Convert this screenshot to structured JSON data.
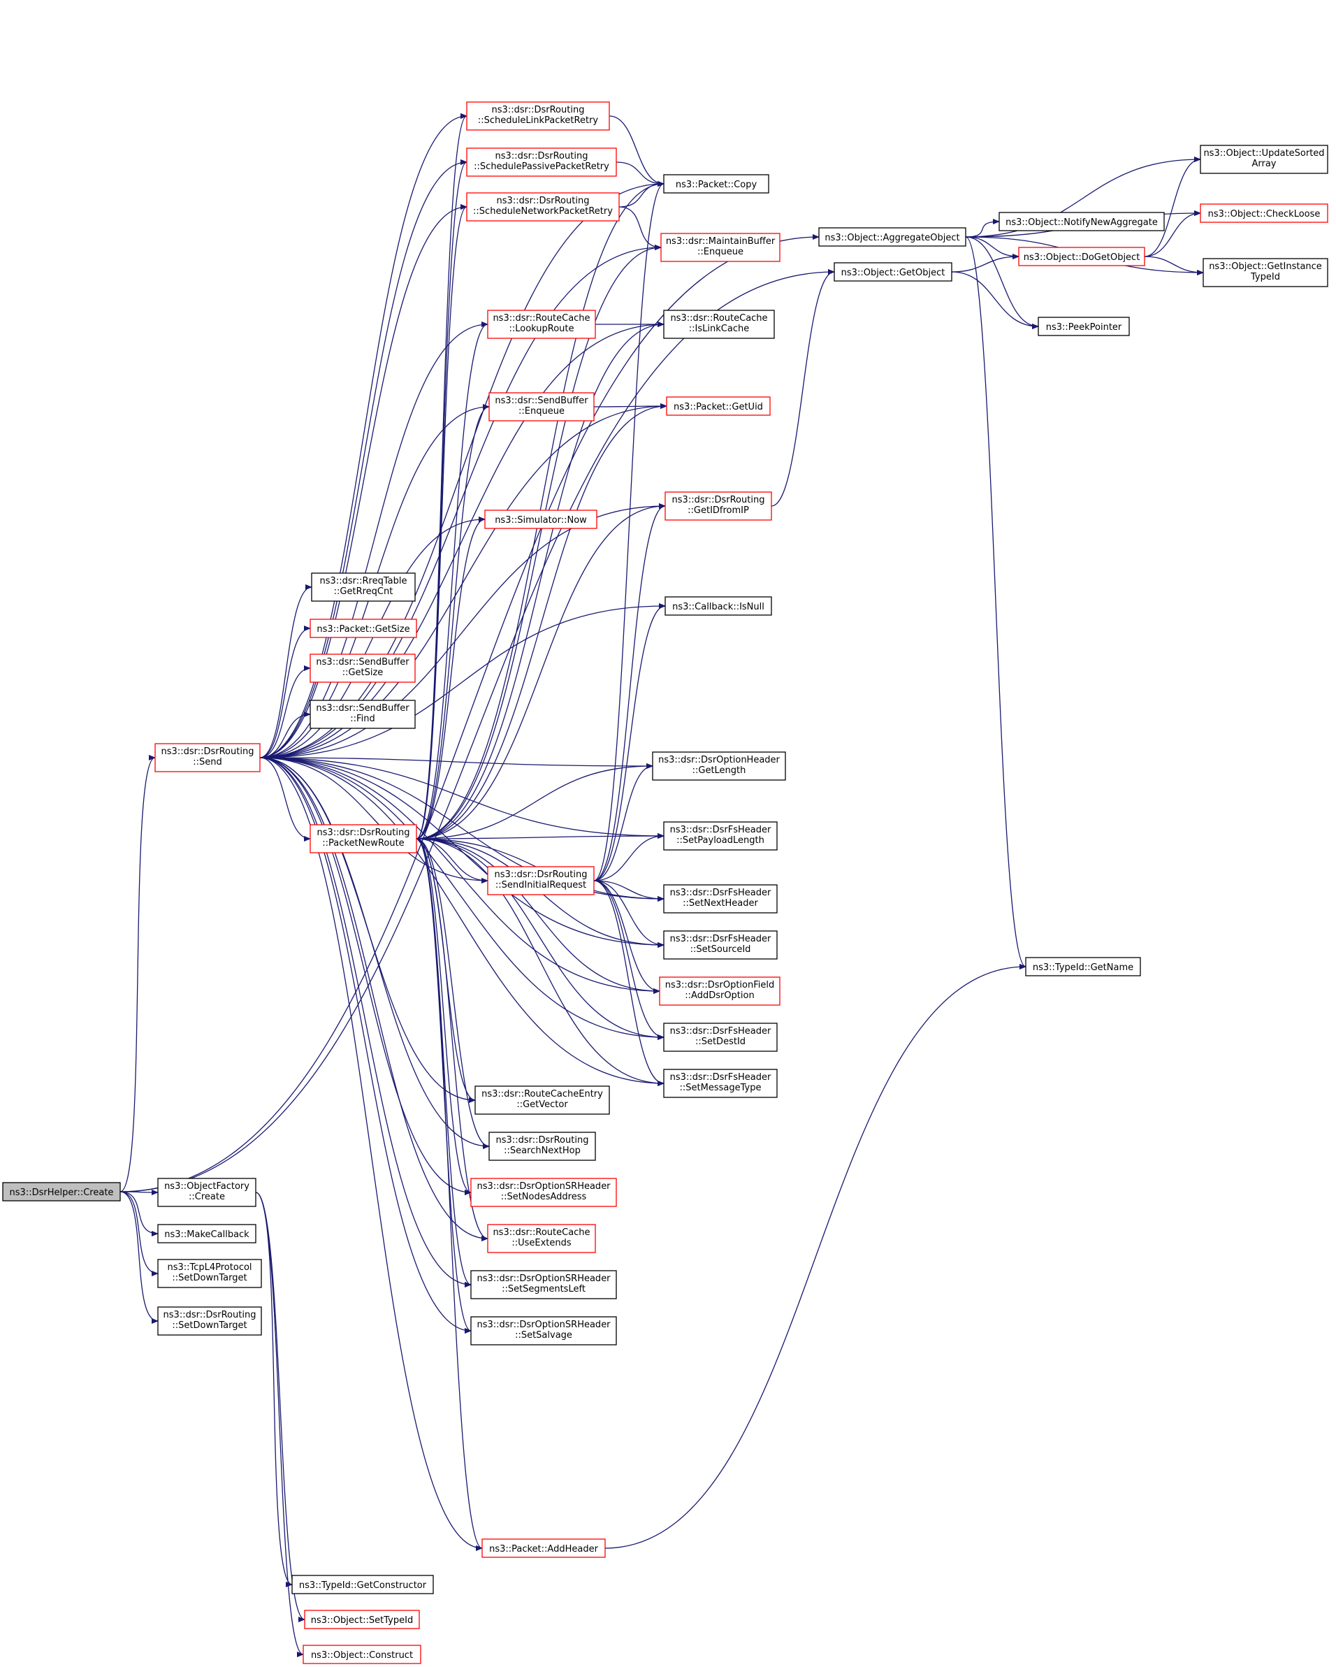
{
  "colors": {
    "edge": "#191970",
    "border_normal": "#000000",
    "border_truncated": "#ff0000",
    "root_fill": "#bfbfbf",
    "node_fill": "#ffffff"
  },
  "nodes": [
    {
      "id": "dsrhelper_create",
      "lines": [
        "ns3::DsrHelper::Create"
      ],
      "style": "root"
    },
    {
      "id": "dsrrouting_send",
      "lines": [
        "ns3::dsr::DsrRouting",
        "::Send"
      ],
      "style": "truncated"
    },
    {
      "id": "objectfactory_create",
      "lines": [
        "ns3::ObjectFactory",
        "::Create"
      ],
      "style": "normal"
    },
    {
      "id": "makecallback",
      "lines": [
        "ns3::MakeCallback"
      ],
      "style": "normal"
    },
    {
      "id": "tcpl4_setdowntarget",
      "lines": [
        "ns3::TcpL4Protocol",
        "::SetDownTarget"
      ],
      "style": "normal"
    },
    {
      "id": "dsrrouting_setdowntarget",
      "lines": [
        "ns3::dsr::DsrRouting",
        "::SetDownTarget"
      ],
      "style": "normal"
    },
    {
      "id": "schedulelinkpacketretry",
      "lines": [
        "ns3::dsr::DsrRouting",
        "::ScheduleLinkPacketRetry"
      ],
      "style": "truncated"
    },
    {
      "id": "schedulepassivepacketretry",
      "lines": [
        "ns3::dsr::DsrRouting",
        "::SchedulePassivePacketRetry"
      ],
      "style": "truncated"
    },
    {
      "id": "schedulenetworkpacketretry",
      "lines": [
        "ns3::dsr::DsrRouting",
        "::ScheduleNetworkPacketRetry"
      ],
      "style": "truncated"
    },
    {
      "id": "routecache_lookuproute",
      "lines": [
        "ns3::dsr::RouteCache",
        "::LookupRoute"
      ],
      "style": "truncated"
    },
    {
      "id": "sendbuffer_enqueue",
      "lines": [
        "ns3::dsr::SendBuffer",
        "::Enqueue"
      ],
      "style": "truncated"
    },
    {
      "id": "simulator_now",
      "lines": [
        "ns3::Simulator::Now"
      ],
      "style": "truncated"
    },
    {
      "id": "rreqtable_getreqcnt",
      "lines": [
        "ns3::dsr::RreqTable",
        "::GetRreqCnt"
      ],
      "style": "normal"
    },
    {
      "id": "packet_getsize",
      "lines": [
        "ns3::Packet::GetSize"
      ],
      "style": "truncated"
    },
    {
      "id": "sendbuffer_getsize",
      "lines": [
        "ns3::dsr::SendBuffer",
        "::GetSize"
      ],
      "style": "truncated"
    },
    {
      "id": "sendbuffer_find",
      "lines": [
        "ns3::dsr::SendBuffer",
        "::Find"
      ],
      "style": "normal"
    },
    {
      "id": "packetnewroute",
      "lines": [
        "ns3::dsr::DsrRouting",
        "::PacketNewRoute"
      ],
      "style": "truncated"
    },
    {
      "id": "sendinitialrequest",
      "lines": [
        "ns3::dsr::DsrRouting",
        "::SendInitialRequest"
      ],
      "style": "truncated"
    },
    {
      "id": "routecacheentry_getvector",
      "lines": [
        "ns3::dsr::RouteCacheEntry",
        "::GetVector"
      ],
      "style": "normal"
    },
    {
      "id": "searchnexthop",
      "lines": [
        "ns3::dsr::DsrRouting",
        "::SearchNextHop"
      ],
      "style": "normal"
    },
    {
      "id": "setnodesaddress",
      "lines": [
        "ns3::dsr::DsrOptionSRHeader",
        "::SetNodesAddress"
      ],
      "style": "truncated"
    },
    {
      "id": "routecache_useextends",
      "lines": [
        "ns3::dsr::RouteCache",
        "::UseExtends"
      ],
      "style": "truncated"
    },
    {
      "id": "setsegmentsleft",
      "lines": [
        "ns3::dsr::DsrOptionSRHeader",
        "::SetSegmentsLeft"
      ],
      "style": "normal"
    },
    {
      "id": "setsalvage",
      "lines": [
        "ns3::dsr::DsrOptionSRHeader",
        "::SetSalvage"
      ],
      "style": "normal"
    },
    {
      "id": "packet_addheader",
      "lines": [
        "ns3::Packet::AddHeader"
      ],
      "style": "truncated"
    },
    {
      "id": "typeid_getconstructor",
      "lines": [
        "ns3::TypeId::GetConstructor"
      ],
      "style": "normal"
    },
    {
      "id": "object_settypeid",
      "lines": [
        "ns3::Object::SetTypeId"
      ],
      "style": "truncated"
    },
    {
      "id": "object_construct",
      "lines": [
        "ns3::Object::Construct"
      ],
      "style": "truncated"
    },
    {
      "id": "packet_copy",
      "lines": [
        "ns3::Packet::Copy"
      ],
      "style": "normal"
    },
    {
      "id": "maintainbuffer_enqueue",
      "lines": [
        "ns3::dsr::MaintainBuffer",
        "::Enqueue"
      ],
      "style": "truncated"
    },
    {
      "id": "routecache_islinkcache",
      "lines": [
        "ns3::dsr::RouteCache",
        "::IsLinkCache"
      ],
      "style": "normal"
    },
    {
      "id": "packet_getuid",
      "lines": [
        "ns3::Packet::GetUid"
      ],
      "style": "truncated"
    },
    {
      "id": "getidfromip",
      "lines": [
        "ns3::dsr::DsrRouting",
        "::GetIDfromIP"
      ],
      "style": "truncated"
    },
    {
      "id": "callback_isnull",
      "lines": [
        "ns3::Callback::IsNull"
      ],
      "style": "normal"
    },
    {
      "id": "optionheader_getlength",
      "lines": [
        "ns3::dsr::DsrOptionHeader",
        "::GetLength"
      ],
      "style": "normal"
    },
    {
      "id": "fsheader_setpayloadlength",
      "lines": [
        "ns3::dsr::DsrFsHeader",
        "::SetPayloadLength"
      ],
      "style": "normal"
    },
    {
      "id": "fsheader_setnextheader",
      "lines": [
        "ns3::dsr::DsrFsHeader",
        "::SetNextHeader"
      ],
      "style": "normal"
    },
    {
      "id": "fsheader_setsourceid",
      "lines": [
        "ns3::dsr::DsrFsHeader",
        "::SetSourceId"
      ],
      "style": "normal"
    },
    {
      "id": "optionfield_adddsroption",
      "lines": [
        "ns3::dsr::DsrOptionField",
        "::AddDsrOption"
      ],
      "style": "truncated"
    },
    {
      "id": "fsheader_setdestid",
      "lines": [
        "ns3::dsr::DsrFsHeader",
        "::SetDestId"
      ],
      "style": "normal"
    },
    {
      "id": "fsheader_setmessagetype",
      "lines": [
        "ns3::dsr::DsrFsHeader",
        "::SetMessageType"
      ],
      "style": "normal"
    },
    {
      "id": "object_aggregateobject",
      "lines": [
        "ns3::Object::AggregateObject"
      ],
      "style": "normal"
    },
    {
      "id": "object_getobject",
      "lines": [
        "ns3::Object::GetObject"
      ],
      "style": "normal"
    },
    {
      "id": "object_updatesortedarray",
      "lines": [
        "ns3::Object::UpdateSorted",
        "Array"
      ],
      "style": "normal"
    },
    {
      "id": "object_checkloose",
      "lines": [
        "ns3::Object::CheckLoose"
      ],
      "style": "truncated"
    },
    {
      "id": "object_notifynewaggregate",
      "lines": [
        "ns3::Object::NotifyNewAggregate"
      ],
      "style": "normal"
    },
    {
      "id": "object_dogetobject",
      "lines": [
        "ns3::Object::DoGetObject"
      ],
      "style": "truncated"
    },
    {
      "id": "object_getinstancetypeid",
      "lines": [
        "ns3::Object::GetInstance",
        "TypeId"
      ],
      "style": "normal"
    },
    {
      "id": "peekpointer",
      "lines": [
        "ns3::PeekPointer"
      ],
      "style": "normal"
    },
    {
      "id": "typeid_getname",
      "lines": [
        "ns3::TypeId::GetName"
      ],
      "style": "normal"
    }
  ],
  "edges": [
    [
      "dsrhelper_create",
      "dsrrouting_send"
    ],
    [
      "dsrhelper_create",
      "objectfactory_create"
    ],
    [
      "dsrhelper_create",
      "makecallback"
    ],
    [
      "dsrhelper_create",
      "tcpl4_setdowntarget"
    ],
    [
      "dsrhelper_create",
      "dsrrouting_setdowntarget"
    ],
    [
      "dsrhelper_create",
      "object_aggregateobject"
    ],
    [
      "dsrhelper_create",
      "object_getobject"
    ],
    [
      "dsrrouting_send",
      "schedulelinkpacketretry"
    ],
    [
      "dsrrouting_send",
      "schedulepassivepacketretry"
    ],
    [
      "dsrrouting_send",
      "schedulenetworkpacketretry"
    ],
    [
      "dsrrouting_send",
      "packet_copy"
    ],
    [
      "dsrrouting_send",
      "maintainbuffer_enqueue"
    ],
    [
      "dsrrouting_send",
      "routecache_lookuproute"
    ],
    [
      "dsrrouting_send",
      "routecache_islinkcache"
    ],
    [
      "dsrrouting_send",
      "sendbuffer_enqueue"
    ],
    [
      "dsrrouting_send",
      "packet_getuid"
    ],
    [
      "dsrrouting_send",
      "getidfromip"
    ],
    [
      "dsrrouting_send",
      "simulator_now"
    ],
    [
      "dsrrouting_send",
      "callback_isnull"
    ],
    [
      "dsrrouting_send",
      "rreqtable_getreqcnt"
    ],
    [
      "dsrrouting_send",
      "packet_getsize"
    ],
    [
      "dsrrouting_send",
      "sendbuffer_getsize"
    ],
    [
      "dsrrouting_send",
      "sendbuffer_find"
    ],
    [
      "dsrrouting_send",
      "packetnewroute"
    ],
    [
      "dsrrouting_send",
      "sendinitialrequest"
    ],
    [
      "dsrrouting_send",
      "optionheader_getlength"
    ],
    [
      "dsrrouting_send",
      "fsheader_setpayloadlength"
    ],
    [
      "dsrrouting_send",
      "fsheader_setnextheader"
    ],
    [
      "dsrrouting_send",
      "fsheader_setsourceid"
    ],
    [
      "dsrrouting_send",
      "optionfield_adddsroption"
    ],
    [
      "dsrrouting_send",
      "fsheader_setdestid"
    ],
    [
      "dsrrouting_send",
      "fsheader_setmessagetype"
    ],
    [
      "dsrrouting_send",
      "routecacheentry_getvector"
    ],
    [
      "dsrrouting_send",
      "searchnexthop"
    ],
    [
      "dsrrouting_send",
      "setnodesaddress"
    ],
    [
      "dsrrouting_send",
      "routecache_useextends"
    ],
    [
      "dsrrouting_send",
      "setsegmentsleft"
    ],
    [
      "dsrrouting_send",
      "setsalvage"
    ],
    [
      "dsrrouting_send",
      "packet_addheader"
    ],
    [
      "objectfactory_create",
      "typeid_getconstructor"
    ],
    [
      "objectfactory_create",
      "object_settypeid"
    ],
    [
      "objectfactory_create",
      "object_construct"
    ],
    [
      "schedulelinkpacketretry",
      "packet_copy"
    ],
    [
      "schedulepassivepacketretry",
      "packet_copy"
    ],
    [
      "schedulenetworkpacketretry",
      "packet_copy"
    ],
    [
      "schedulenetworkpacketretry",
      "maintainbuffer_enqueue"
    ],
    [
      "routecache_lookuproute",
      "routecache_islinkcache"
    ],
    [
      "sendbuffer_enqueue",
      "packet_getuid"
    ],
    [
      "packetnewroute",
      "schedulelinkpacketretry"
    ],
    [
      "packetnewroute",
      "schedulepassivepacketretry"
    ],
    [
      "packetnewroute",
      "schedulenetworkpacketretry"
    ],
    [
      "packetnewroute",
      "routecache_lookuproute"
    ],
    [
      "packetnewroute",
      "sendbuffer_enqueue"
    ],
    [
      "packetnewroute",
      "simulator_now"
    ],
    [
      "packetnewroute",
      "packet_copy"
    ],
    [
      "packetnewroute",
      "maintainbuffer_enqueue"
    ],
    [
      "packetnewroute",
      "routecache_islinkcache"
    ],
    [
      "packetnewroute",
      "packet_getuid"
    ],
    [
      "packetnewroute",
      "getidfromip"
    ],
    [
      "packetnewroute",
      "optionheader_getlength"
    ],
    [
      "packetnewroute",
      "fsheader_setpayloadlength"
    ],
    [
      "packetnewroute",
      "sendinitialrequest"
    ],
    [
      "packetnewroute",
      "fsheader_setnextheader"
    ],
    [
      "packetnewroute",
      "fsheader_setsourceid"
    ],
    [
      "packetnewroute",
      "optionfield_adddsroption"
    ],
    [
      "packetnewroute",
      "fsheader_setdestid"
    ],
    [
      "packetnewroute",
      "fsheader_setmessagetype"
    ],
    [
      "packetnewroute",
      "routecacheentry_getvector"
    ],
    [
      "packetnewroute",
      "searchnexthop"
    ],
    [
      "packetnewroute",
      "setnodesaddress"
    ],
    [
      "packetnewroute",
      "routecache_useextends"
    ],
    [
      "packetnewroute",
      "setsegmentsleft"
    ],
    [
      "packetnewroute",
      "setsalvage"
    ],
    [
      "packetnewroute",
      "packet_addheader"
    ],
    [
      "sendinitialrequest",
      "packet_copy"
    ],
    [
      "sendinitialrequest",
      "getidfromip"
    ],
    [
      "sendinitialrequest",
      "callback_isnull"
    ],
    [
      "sendinitialrequest",
      "optionheader_getlength"
    ],
    [
      "sendinitialrequest",
      "fsheader_setpayloadlength"
    ],
    [
      "sendinitialrequest",
      "fsheader_setnextheader"
    ],
    [
      "sendinitialrequest",
      "fsheader_setsourceid"
    ],
    [
      "sendinitialrequest",
      "optionfield_adddsroption"
    ],
    [
      "sendinitialrequest",
      "fsheader_setdestid"
    ],
    [
      "sendinitialrequest",
      "fsheader_setmessagetype"
    ],
    [
      "getidfromip",
      "object_getobject"
    ],
    [
      "packet_addheader",
      "typeid_getname"
    ],
    [
      "object_aggregateobject",
      "object_updatesortedarray"
    ],
    [
      "object_aggregateobject",
      "object_checkloose"
    ],
    [
      "object_aggregateobject",
      "object_notifynewaggregate"
    ],
    [
      "object_aggregateobject",
      "object_dogetobject"
    ],
    [
      "object_aggregateobject",
      "object_getinstancetypeid"
    ],
    [
      "object_aggregateobject",
      "peekpointer"
    ],
    [
      "object_aggregateobject",
      "typeid_getname"
    ],
    [
      "object_getobject",
      "object_dogetobject"
    ],
    [
      "object_getobject",
      "peekpointer"
    ],
    [
      "object_dogetobject",
      "object_getinstancetypeid"
    ],
    [
      "object_dogetobject",
      "object_checkloose"
    ],
    [
      "object_dogetobject",
      "object_updatesortedarray"
    ]
  ]
}
